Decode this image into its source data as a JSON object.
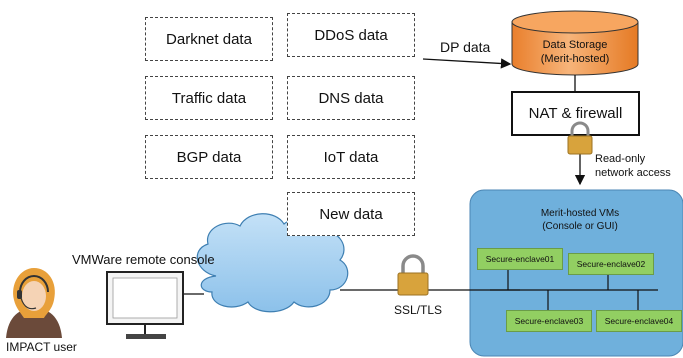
{
  "data_sources": {
    "darknet": "Darknet data",
    "ddos": "DDoS data",
    "traffic": "Traffic data",
    "dns": "DNS data",
    "bgp": "BGP data",
    "iot": "IoT data",
    "new": "New data"
  },
  "flow_label": "DP data",
  "storage": {
    "line1": "Data Storage",
    "line2": "(Merit-hosted)"
  },
  "nat": "NAT & firewall",
  "access": {
    "line1": "Read-only",
    "line2": "network access"
  },
  "vm_cloud": {
    "line1": "Merit-hosted VMs",
    "line2": "(Console or GUI)"
  },
  "enclaves": [
    "Secure-enclave01",
    "Secure-enclave02",
    "Secure-enclave03",
    "Secure-enclave04"
  ],
  "console_label": "VMWare remote console",
  "ssl_label": "SSL/TLS",
  "user_label": "IMPACT user",
  "colors": {
    "storage_fill": "#f39a4e",
    "vm_fill": "#6fb0dc",
    "cloud_fill": "#a9d2f2",
    "enclave_fill": "#92cf62",
    "lock": "#d8a33c"
  }
}
